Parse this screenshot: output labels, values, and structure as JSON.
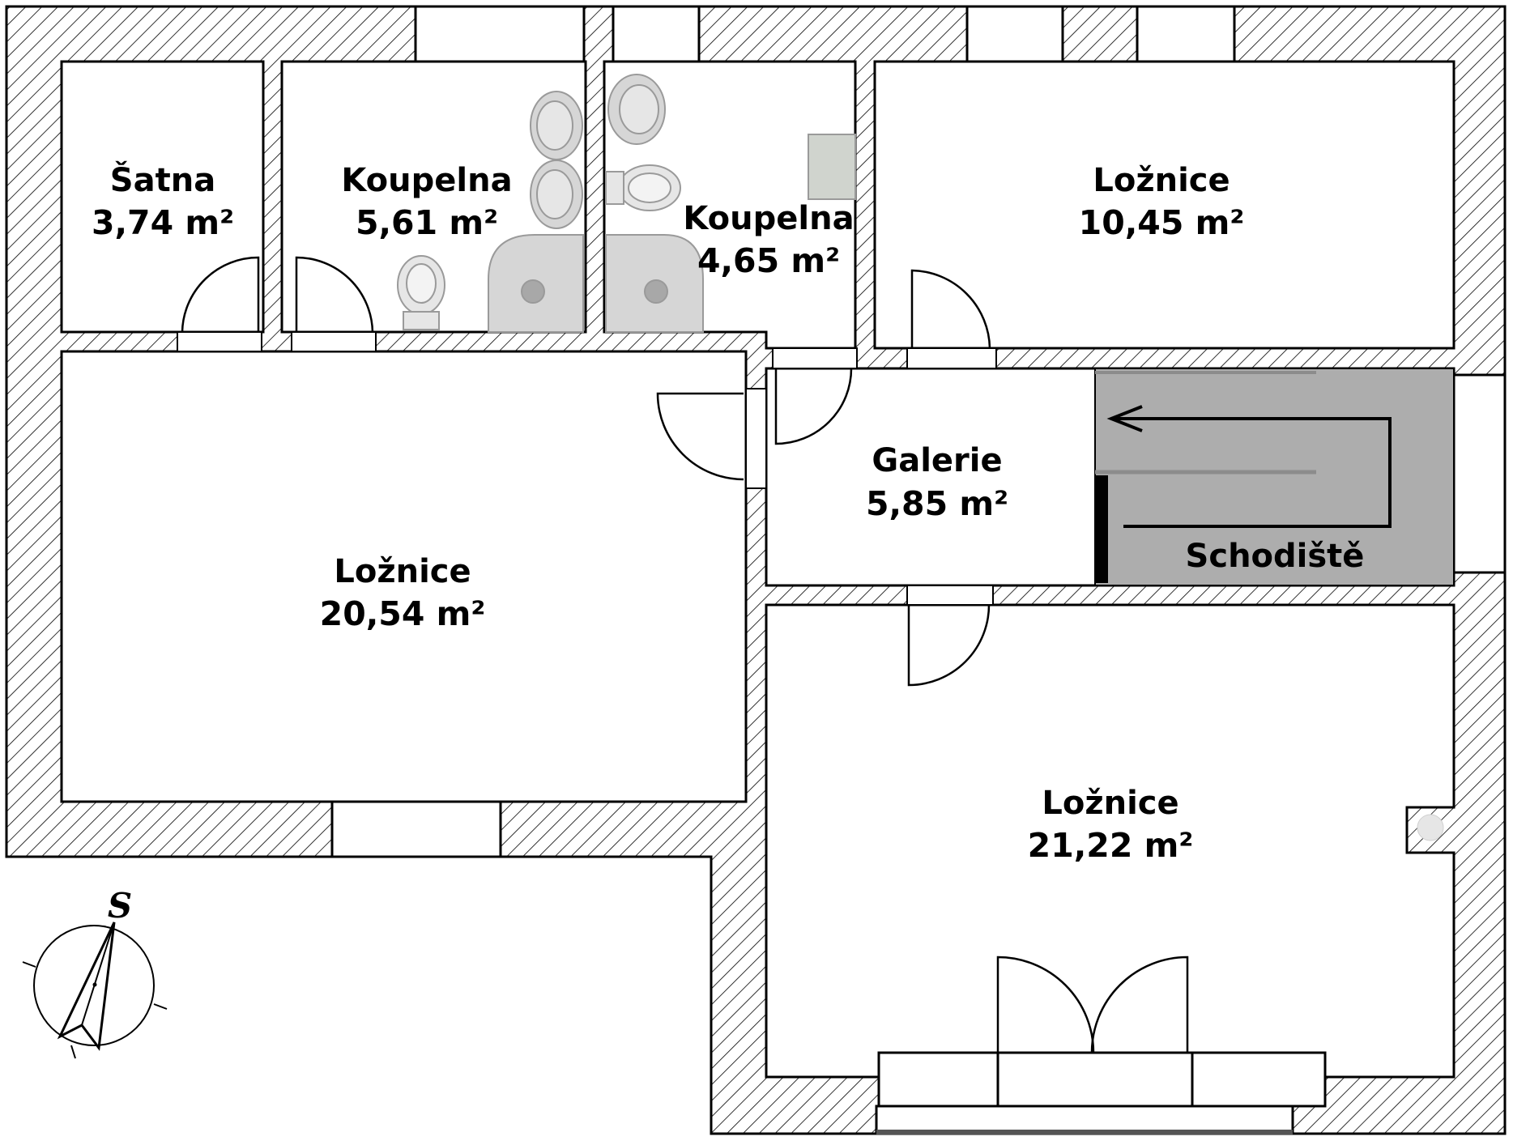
{
  "colors": {
    "wall_line": "#000000",
    "hatch": "#000000",
    "stair_fill": "#adadad",
    "fixture_fill": "#d6d6d6",
    "background": "#ffffff"
  },
  "rooms": [
    {
      "id": "satna",
      "name": "Šatna",
      "area": "3,74 m²"
    },
    {
      "id": "koupelna-1",
      "name": "Koupelna",
      "area": "5,61 m²"
    },
    {
      "id": "koupelna-2",
      "name": "Koupelna",
      "area": "4,65 m²"
    },
    {
      "id": "loznice-1",
      "name": "Ložnice",
      "area": "10,45 m²"
    },
    {
      "id": "loznice-2",
      "name": "Ložnice",
      "area": "20,54 m²"
    },
    {
      "id": "galerie",
      "name": "Galerie",
      "area": "5,85 m²"
    },
    {
      "id": "loznice-3",
      "name": "Ložnice",
      "area": "21,22 m²"
    }
  ],
  "staircase": {
    "label": "Schodiště"
  },
  "compass": {
    "label": "S",
    "icon": "north-arrow-icon"
  }
}
